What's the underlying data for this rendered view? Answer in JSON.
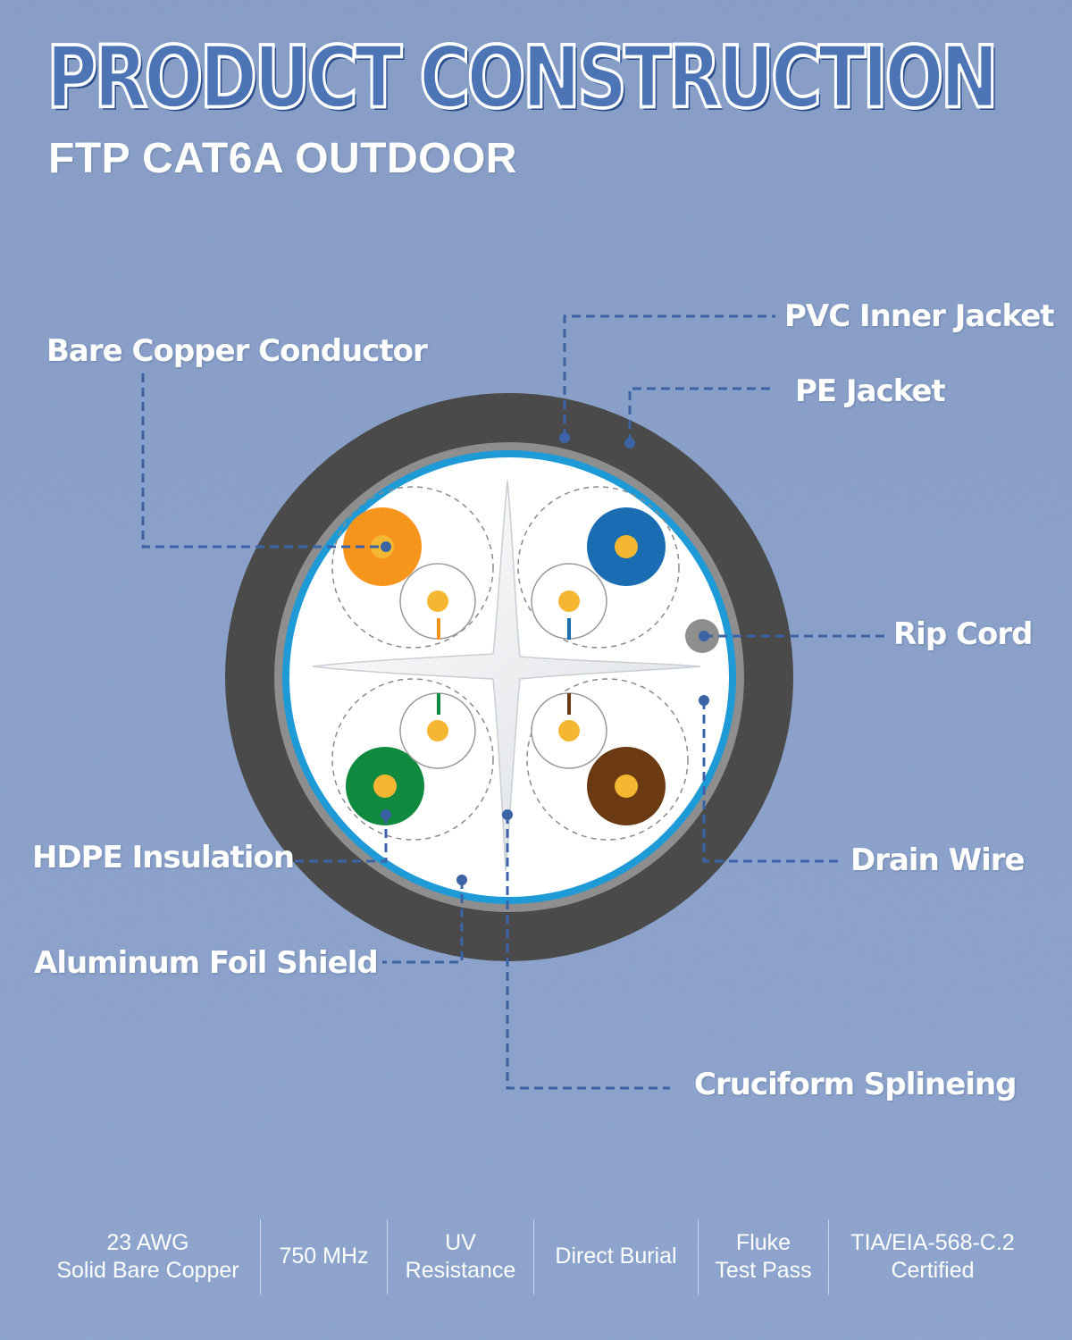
{
  "header": {
    "title": "PRODUCT CONSTRUCTION",
    "subtitle": "FTP CAT6A OUTDOOR"
  },
  "labels": {
    "bare_copper_conductor": "Bare Copper Conductor",
    "pvc_inner_jacket": "PVC Inner Jacket",
    "pe_jacket": "PE Jacket",
    "rip_cord": "Rip Cord",
    "hdpe_insulation": "HDPE Insulation",
    "drain_wire": "Drain Wire",
    "aluminum_foil_shield": "Aluminum Foil Shield",
    "cruciform_splineing": "Cruciform Splineing"
  },
  "features": [
    "23 AWG\nSolid Bare Copper",
    "750 MHz",
    "UV\nResistance",
    "Direct Burial",
    "Fluke\nTest Pass",
    "TIA/EIA-568-C.2\nCertified"
  ],
  "colors": {
    "background": "#8199c4",
    "outer_jacket": "#4a4a4a",
    "inner_jacket": "#8e8e8e",
    "foil_shield": "#1e9ad6",
    "core": "#ffffff",
    "leader_line": "#3b63a6",
    "pair_orange": "#f7941e",
    "pair_blue": "#1b6db3",
    "pair_green": "#0f8a3e",
    "pair_brown": "#6b3a12",
    "conductor": "#f5b731"
  }
}
